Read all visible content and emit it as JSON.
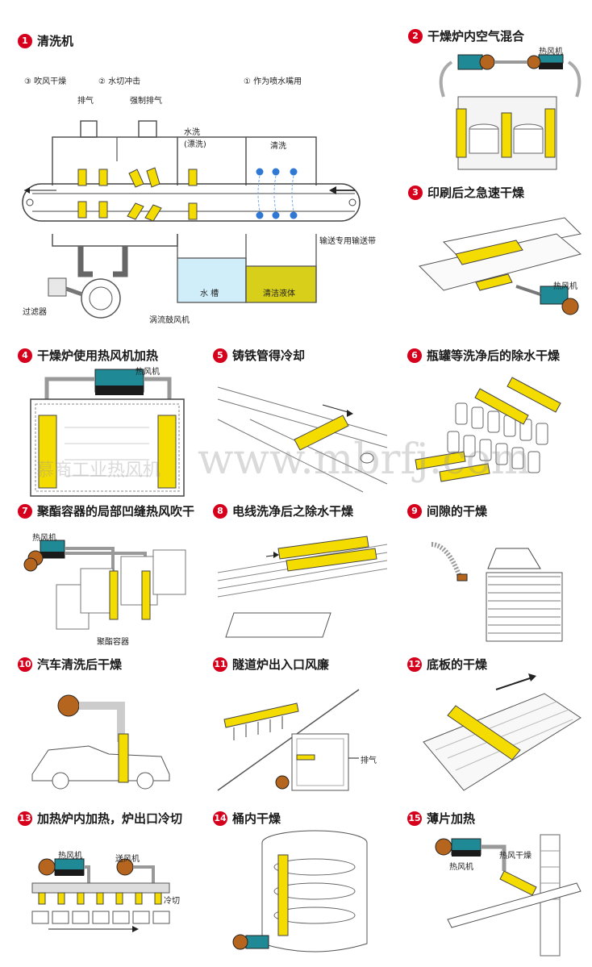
{
  "colors": {
    "badge": "#d6001c",
    "heater": "#f5dc00",
    "blower_teal": "#1f8a96",
    "blower_brown": "#b5651d",
    "blower_dark": "#1a1a1a",
    "water": "#cfeefa",
    "liquid": "#d8cf1a",
    "dot": "#2f78d4"
  },
  "panels": [
    {
      "num": "1",
      "title": "清洗机"
    },
    {
      "num": "2",
      "title": "干燥炉内空气混合"
    },
    {
      "num": "3",
      "title": "印刷后之急速干燥"
    },
    {
      "num": "4",
      "title": "干燥炉使用热风机加热"
    },
    {
      "num": "5",
      "title": "铸铁管得冷却"
    },
    {
      "num": "6",
      "title": "瓶罐等洗净后的除水干燥"
    },
    {
      "num": "7",
      "title": "聚酯容器的局部凹缝热风吹干"
    },
    {
      "num": "8",
      "title": "电线洗净后之除水干燥"
    },
    {
      "num": "9",
      "title": "间隙的干燥"
    },
    {
      "num": "10",
      "title": "汽车清洗后干燥"
    },
    {
      "num": "11",
      "title": "隧道炉出入口风廉"
    },
    {
      "num": "12",
      "title": "底板的干燥"
    },
    {
      "num": "13",
      "title": "加热炉内加热，炉出口冷切"
    },
    {
      "num": "14",
      "title": "桶内干燥"
    },
    {
      "num": "15",
      "title": "薄片加热"
    }
  ],
  "p1": {
    "blow": "③ 吹风干燥",
    "cut": "② 水切冲击",
    "nozzle": "① 作为喷水嘴用",
    "exhaust": "排气",
    "forced": "强制排气",
    "rinse": "水洗\n(漂洗)",
    "wash": "清洗",
    "belt": "输送专用输送带",
    "tank": "水  槽",
    "clean": "清洁液体",
    "filter": "过滤器",
    "vortex": "涡流鼓风机"
  },
  "p2": {
    "heater": "热风机"
  },
  "p3": {
    "heater": "热风机"
  },
  "p4": {
    "heater": "热风机"
  },
  "p7": {
    "heater": "热风机",
    "container": "聚酯容器"
  },
  "p11": {
    "exhaust": "排气"
  },
  "p13": {
    "heater": "热风机",
    "fan": "送风机",
    "cool": "冷切"
  },
  "p15": {
    "heater": "热风机",
    "dry": "热风干燥"
  },
  "watermark": {
    "url": "www.mbrfj.com",
    "cn": "慕商工业热风机"
  }
}
